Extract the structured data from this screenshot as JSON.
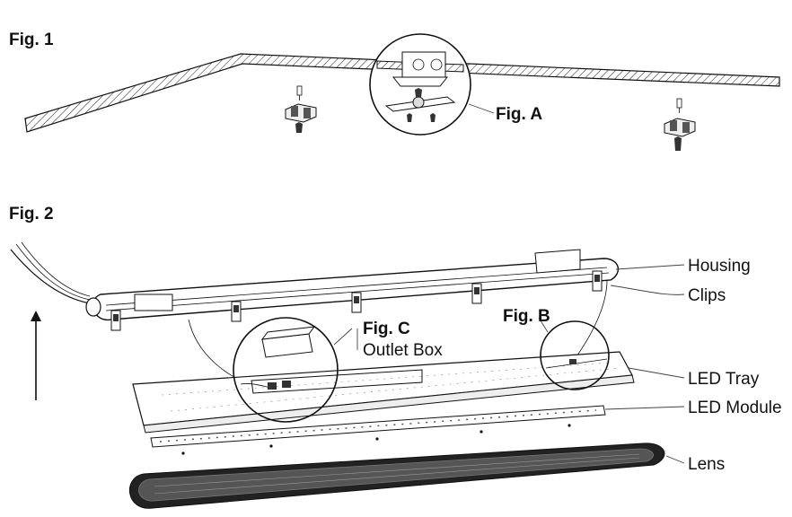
{
  "figure1": {
    "title": "Fig. 1",
    "detail_label": "Fig. A"
  },
  "figure2": {
    "title": "Fig. 2",
    "detail_b_label": "Fig. B",
    "detail_c_label": "Fig. C",
    "outlet_box_label": "Outlet Box",
    "parts": {
      "housing": "Housing",
      "clips": "Clips",
      "led_tray": "LED Tray",
      "led_module": "LED Module",
      "lens": "Lens"
    }
  }
}
